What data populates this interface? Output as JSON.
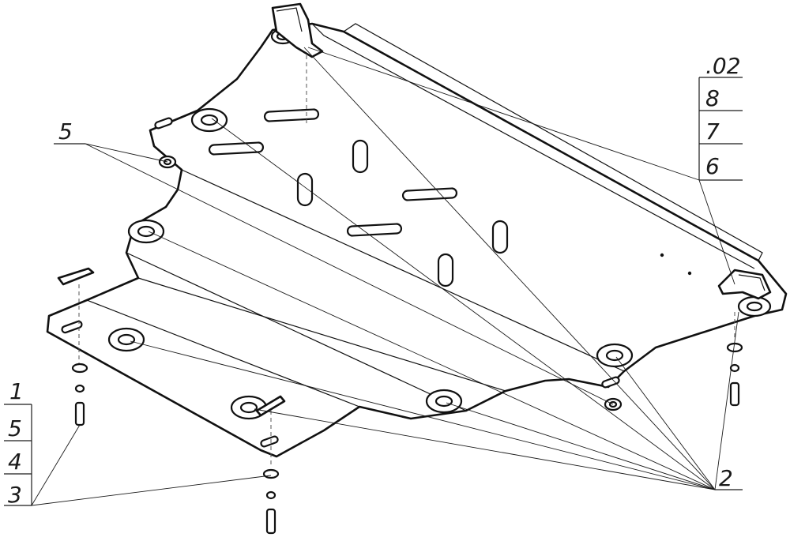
{
  "callouts": {
    "right_stack": [
      ".02",
      "8",
      "7",
      "6"
    ],
    "left_stack": [
      "1",
      "5",
      "4",
      "3"
    ],
    "top_left": "5",
    "bottom_right": "2"
  }
}
